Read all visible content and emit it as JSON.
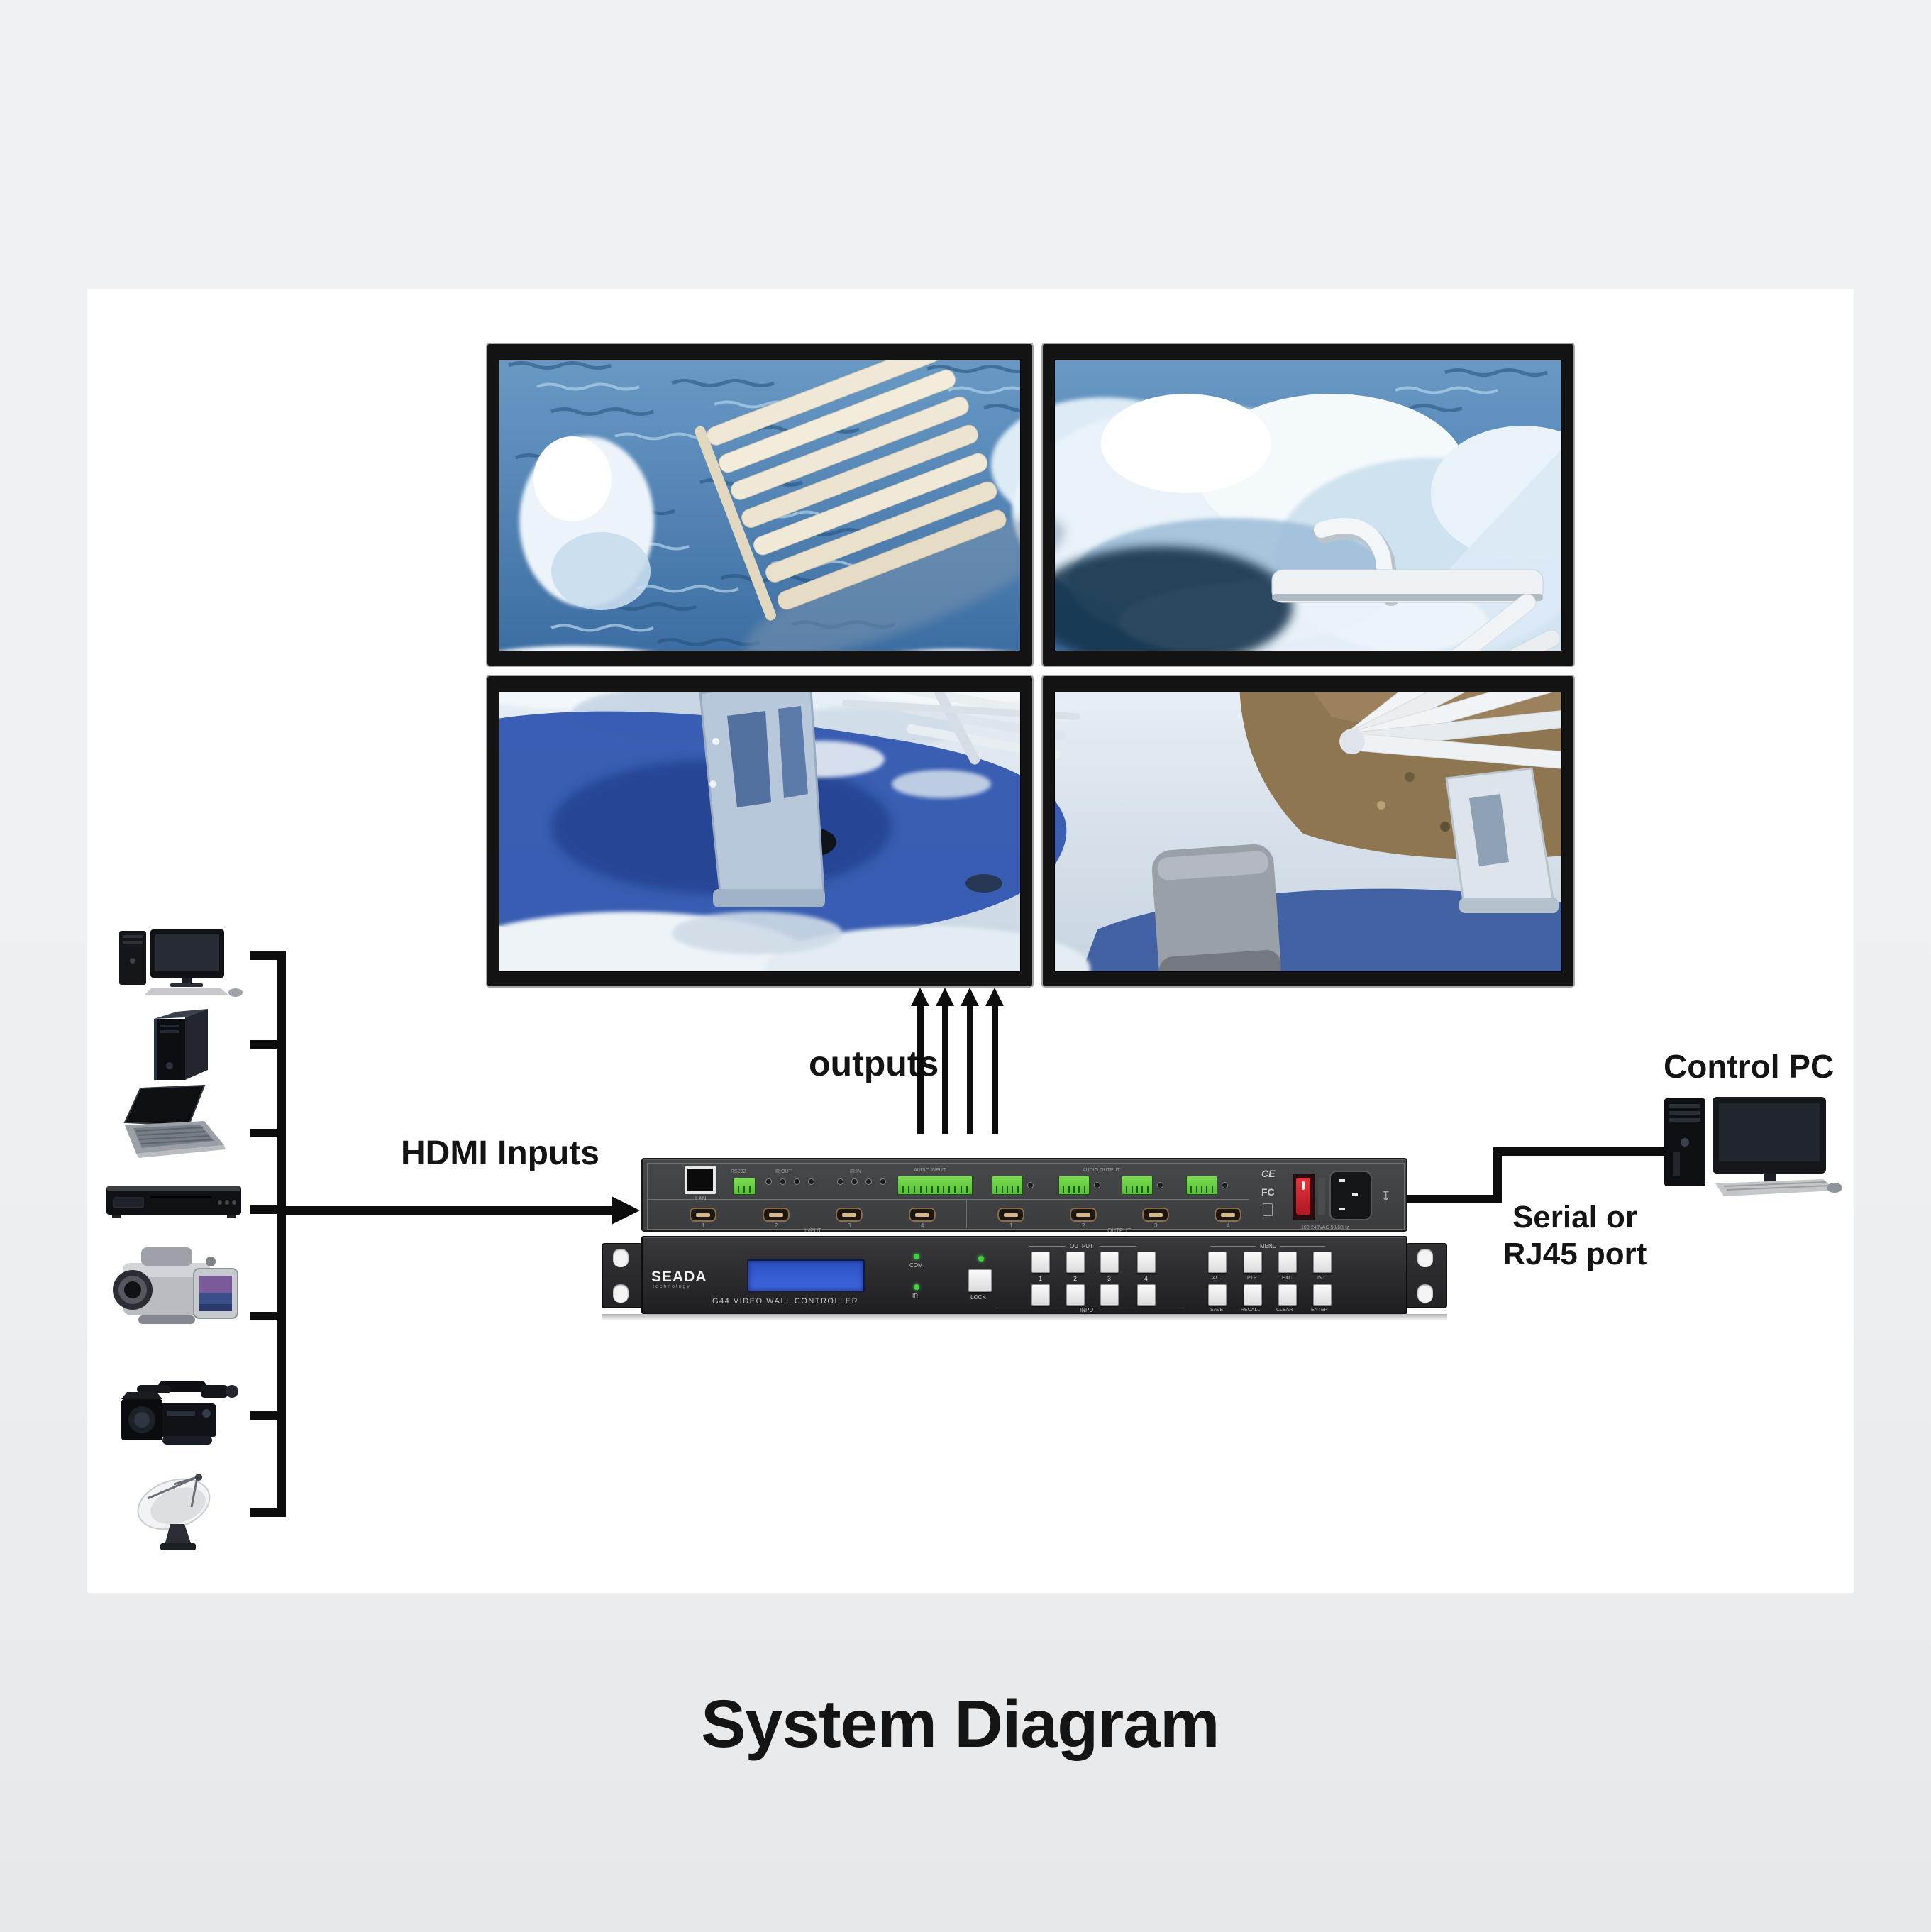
{
  "page": {
    "title": "System Diagram",
    "background": "#edeff1",
    "panel_background": "#ffffff",
    "line_color": "#0d0d0d"
  },
  "labels": {
    "outputs": "outputs",
    "hdmi_inputs": "HDMI Inputs",
    "control_pc": "Control PC",
    "serial_line1": "Serial or",
    "serial_line2": "RJ45 port"
  },
  "video_wall": {
    "rows": 2,
    "cols": 2,
    "content": "beach lounge chairs on ice and blue water photo spanning four displays"
  },
  "sources": {
    "items": [
      {
        "icon": "desktop-pc-icon"
      },
      {
        "icon": "pc-tower-icon"
      },
      {
        "icon": "laptop-icon"
      },
      {
        "icon": "bluray-player-icon"
      },
      {
        "icon": "camcorder-icon"
      },
      {
        "icon": "video-camera-icon"
      },
      {
        "icon": "satellite-dish-icon"
      }
    ]
  },
  "controller": {
    "rear": {
      "lan_label": "LAN",
      "rs232_label": "RS232",
      "ir_out_label": "IR OUT",
      "ir_in_label": "IR IN",
      "audio_in_label": "AUDIO INPUT",
      "audio_out_label": "AUDIO OUTPUT",
      "hdmi_in_numbers": [
        "1",
        "2",
        "3",
        "4"
      ],
      "hdmi_out_numbers": [
        "1",
        "2",
        "3",
        "4"
      ],
      "input_group_label": "INPUT",
      "output_group_label": "OUTPUT",
      "ce_mark": "CE",
      "fcc_mark": "FC",
      "power_label": "100-240VAC 50/60Hz"
    },
    "front": {
      "brand": "SEADA",
      "brand_sub": "technology",
      "model_label": "G44 VIDEO WALL CONTROLLER",
      "led_com_label": "COM",
      "led_ir_label": "IR",
      "lock_label": "LOCK",
      "output_group_label": "OUTPUT",
      "input_group_label": "INPUT",
      "menu_group_label": "MENU",
      "output_numbers": [
        "1",
        "2",
        "3",
        "4"
      ],
      "menu_row1": [
        "ALL",
        "PTP",
        "EXC",
        "INT"
      ],
      "menu_row2": [
        "SAVE",
        "RECALL",
        "CLEAR",
        "ENTER"
      ]
    }
  }
}
